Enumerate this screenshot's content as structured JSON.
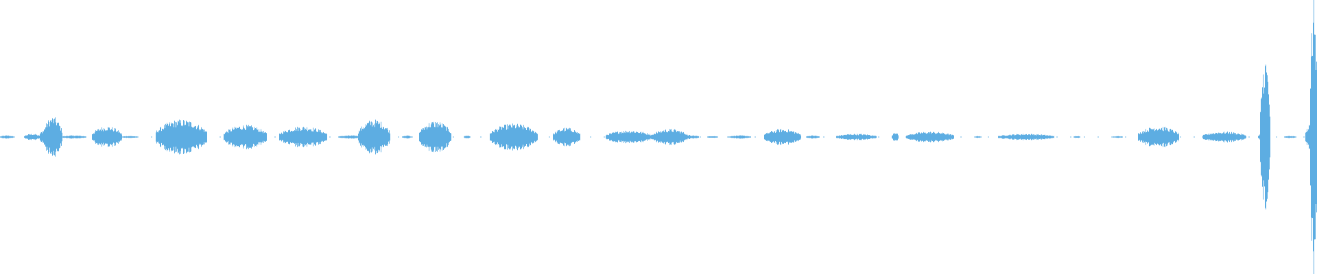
{
  "waveform": {
    "color": "#5DADE2",
    "background": "#ffffff",
    "note": "",
    "segments": [
      {
        "start": 0.0,
        "end": 0.01,
        "amp": 0.006
      },
      {
        "start": 0.018,
        "end": 0.03,
        "amp": 0.012
      },
      {
        "start": 0.03,
        "end": 0.047,
        "amp": 0.04
      },
      {
        "start": 0.033,
        "end": 0.047,
        "amp": 0.075
      },
      {
        "start": 0.047,
        "end": 0.065,
        "amp": 0.006
      },
      {
        "start": 0.07,
        "end": 0.092,
        "amp": 0.04
      },
      {
        "start": 0.092,
        "end": 0.104,
        "amp": 0.004
      },
      {
        "start": 0.118,
        "end": 0.157,
        "amp": 0.065
      },
      {
        "start": 0.17,
        "end": 0.202,
        "amp": 0.045
      },
      {
        "start": 0.212,
        "end": 0.248,
        "amp": 0.04
      },
      {
        "start": 0.257,
        "end": 0.275,
        "amp": 0.006
      },
      {
        "start": 0.272,
        "end": 0.296,
        "amp": 0.065
      },
      {
        "start": 0.305,
        "end": 0.312,
        "amp": 0.006
      },
      {
        "start": 0.318,
        "end": 0.342,
        "amp": 0.06
      },
      {
        "start": 0.352,
        "end": 0.357,
        "amp": 0.006
      },
      {
        "start": 0.372,
        "end": 0.408,
        "amp": 0.05
      },
      {
        "start": 0.42,
        "end": 0.44,
        "amp": 0.035
      },
      {
        "start": 0.46,
        "end": 0.495,
        "amp": 0.025
      },
      {
        "start": 0.497,
        "end": 0.53,
        "amp": 0.01
      },
      {
        "start": 0.495,
        "end": 0.522,
        "amp": 0.03
      },
      {
        "start": 0.537,
        "end": 0.545,
        "amp": 0.004
      },
      {
        "start": 0.553,
        "end": 0.57,
        "amp": 0.006
      },
      {
        "start": 0.58,
        "end": 0.608,
        "amp": 0.03
      },
      {
        "start": 0.612,
        "end": 0.622,
        "amp": 0.006
      },
      {
        "start": 0.635,
        "end": 0.665,
        "amp": 0.012
      },
      {
        "start": 0.677,
        "end": 0.682,
        "amp": 0.02
      },
      {
        "start": 0.688,
        "end": 0.724,
        "amp": 0.02
      },
      {
        "start": 0.74,
        "end": 0.745,
        "amp": 0.004
      },
      {
        "start": 0.758,
        "end": 0.8,
        "amp": 0.012
      },
      {
        "start": 0.815,
        "end": 0.82,
        "amp": 0.004
      },
      {
        "start": 0.845,
        "end": 0.852,
        "amp": 0.004
      },
      {
        "start": 0.864,
        "end": 0.895,
        "amp": 0.04
      },
      {
        "start": 0.913,
        "end": 0.946,
        "amp": 0.02
      },
      {
        "start": 0.955,
        "end": 0.961,
        "amp": 0.013
      },
      {
        "start": 0.957,
        "end": 0.964,
        "amp": 0.3
      },
      {
        "start": 0.975,
        "end": 0.984,
        "amp": 0.004
      },
      {
        "start": 0.991,
        "end": 1.0,
        "amp": 0.05
      },
      {
        "start": 0.995,
        "end": 1.0,
        "amp": 0.55
      }
    ]
  }
}
